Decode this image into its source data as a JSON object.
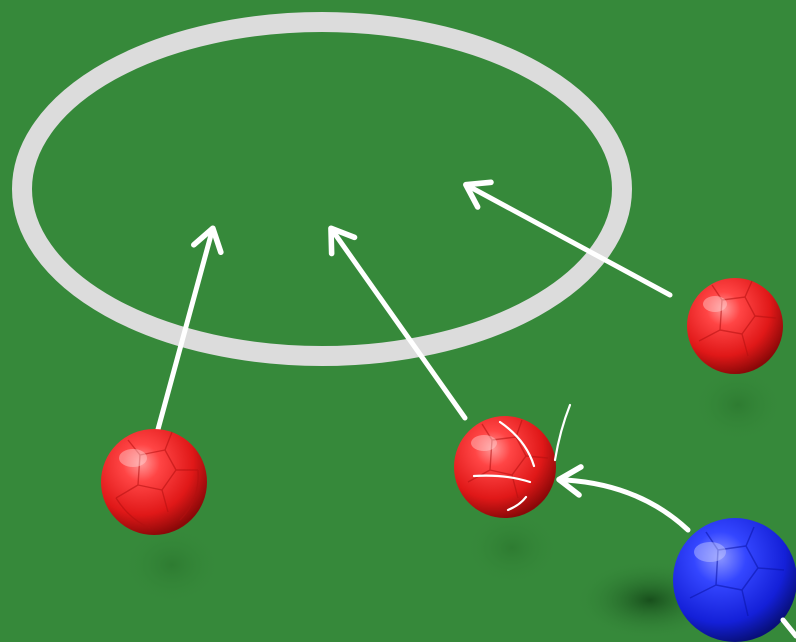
{
  "scene": {
    "surface_color": "#36893a",
    "circle_color": "#dcdcdc",
    "arrow_color": "#ffffff",
    "target_ring": {
      "shape": "ellipse",
      "label": ""
    },
    "balls": [
      {
        "id": "red-ball-left",
        "color": "red",
        "role": "target-ball"
      },
      {
        "id": "red-ball-center",
        "color": "red",
        "role": "struck-ball"
      },
      {
        "id": "red-ball-right",
        "color": "red",
        "role": "target-ball"
      },
      {
        "id": "blue-ball",
        "color": "blue",
        "role": "cue-ball"
      }
    ],
    "arrows": [
      {
        "id": "arrow-left-ball-to-ring"
      },
      {
        "id": "arrow-center-ball-to-ring"
      },
      {
        "id": "arrow-right-ball-to-ring"
      },
      {
        "id": "arrow-blue-ball-to-center-ball"
      }
    ],
    "colors": {
      "red": "#f02a2a",
      "blue": "#1d2bea"
    }
  }
}
